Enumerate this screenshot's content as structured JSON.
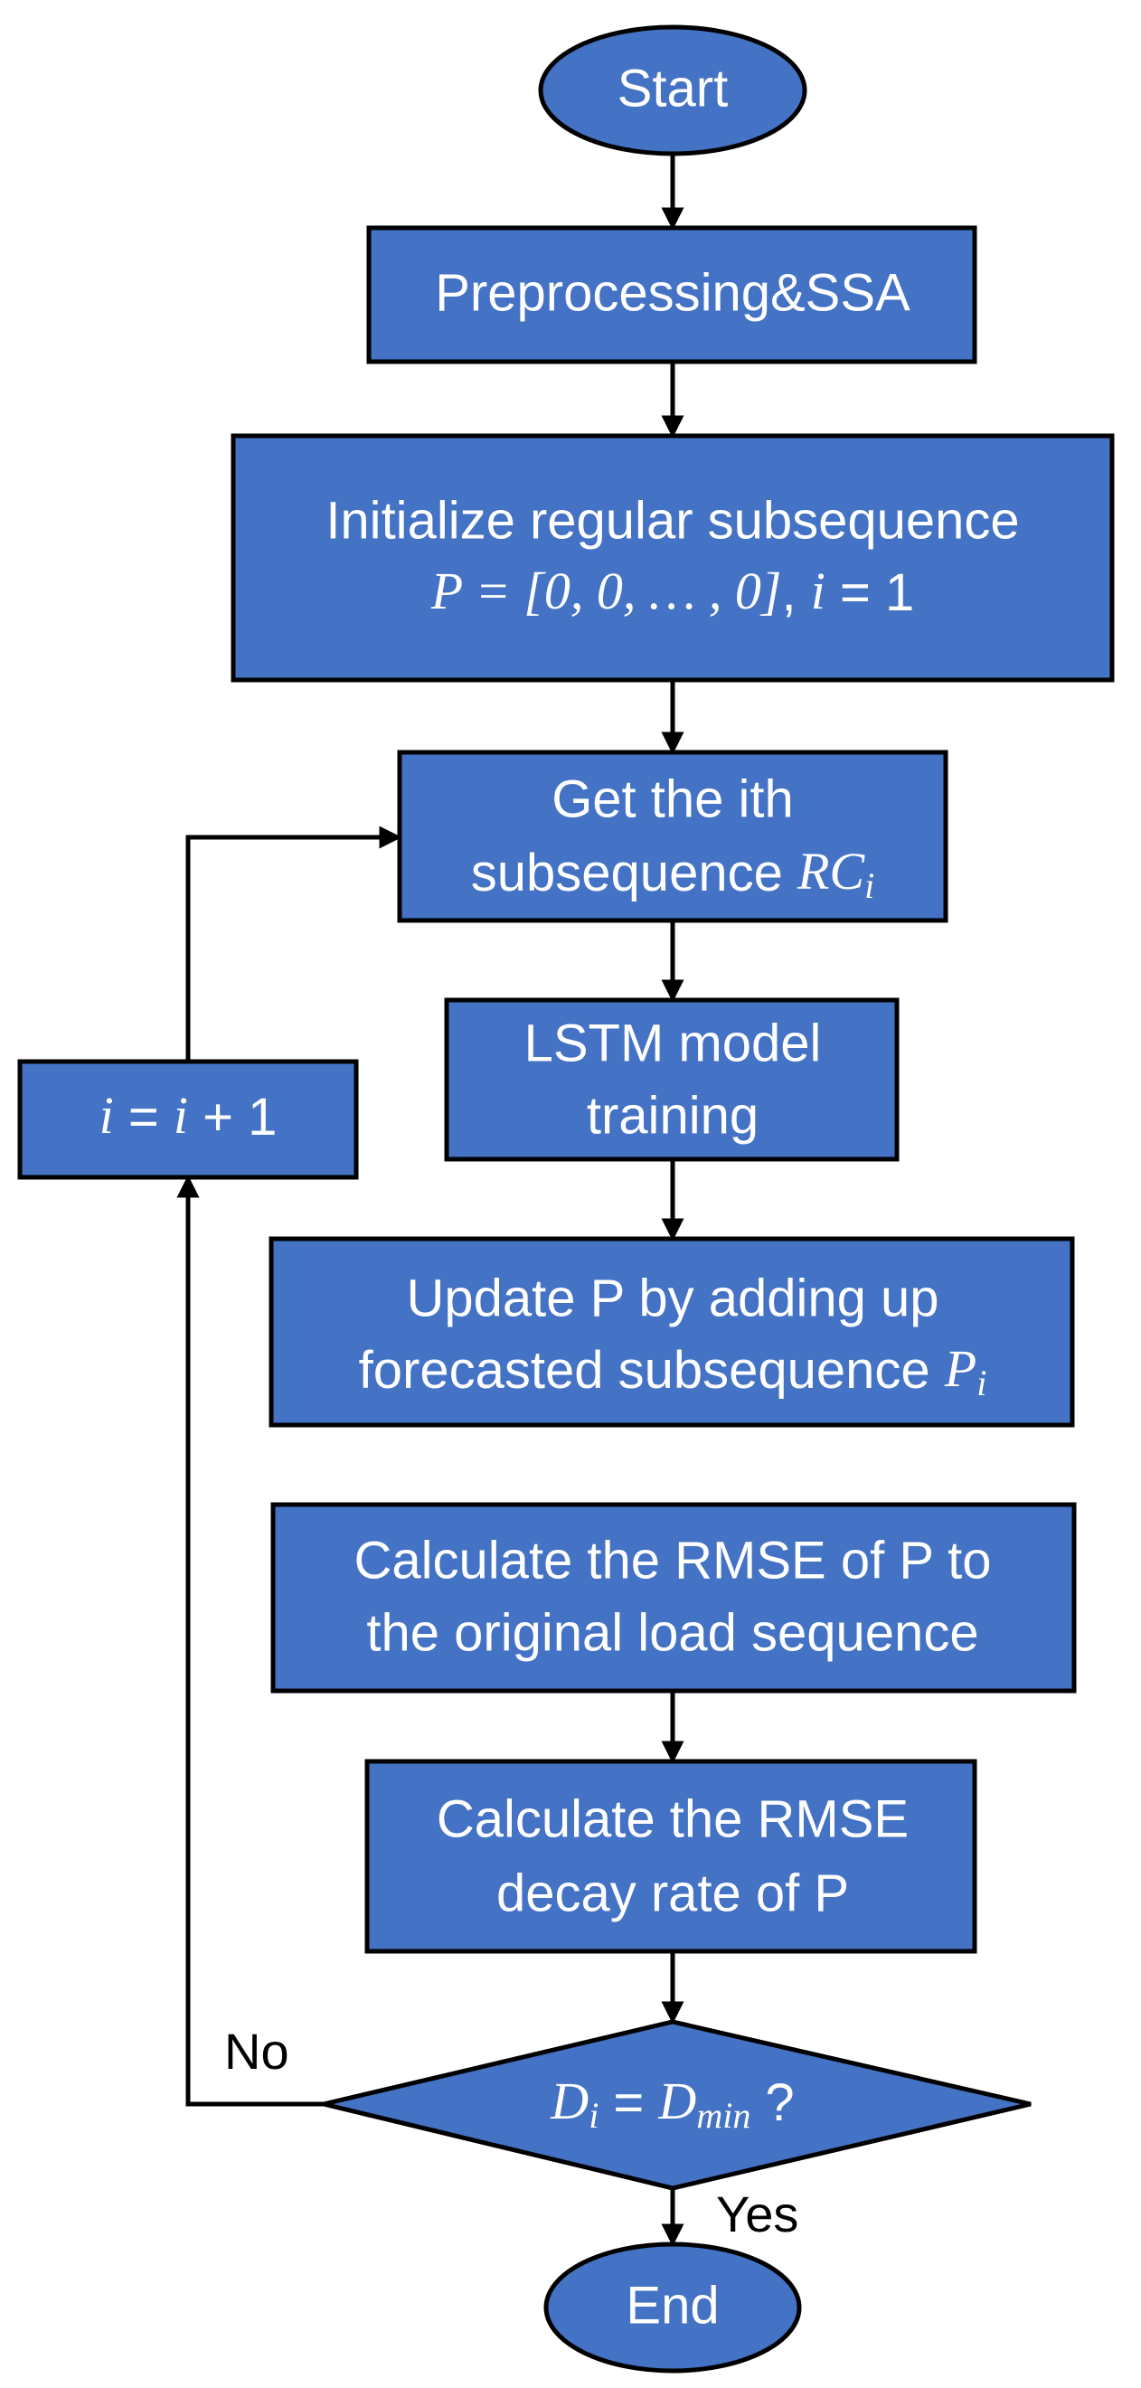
{
  "diagram": {
    "nodes": {
      "start": {
        "label": "Start"
      },
      "preprocessing": {
        "label": "Preprocessing&SSA"
      },
      "initialize": {
        "line1": "Initialize regular subsequence",
        "line2_math": "P = [0, 0, … , 0]",
        "line2_sep": ", ",
        "line2_var": "i",
        "line2_tail": " = 1"
      },
      "get_subsequence": {
        "line1": "Get the ith",
        "line2": "subsequence ",
        "line2_math": "RC",
        "line2_sub": "i"
      },
      "lstm": {
        "line1": "LSTM model",
        "line2": "training"
      },
      "update": {
        "line1": "Update P by adding up",
        "line2": "forecasted subsequence ",
        "line2_math": "P",
        "line2_sub": "i"
      },
      "rmse": {
        "line1": "Calculate the RMSE of P to",
        "line2": "the original load sequence"
      },
      "decay": {
        "line1": "Calculate the RMSE",
        "line2": "decay rate of P"
      },
      "decision": {
        "math_a": "D",
        "sub_a": "i",
        "eq": " = ",
        "math_b": "D",
        "sub_b": "min",
        "q": "  ?"
      },
      "increment": {
        "var1": "i",
        "mid": " = ",
        "var2": "i",
        "tail": " + 1"
      },
      "end": {
        "label": "End"
      }
    },
    "edges": {
      "no_label": "No",
      "yes_label": "Yes"
    },
    "colors": {
      "node_fill": "#4472C4",
      "node_stroke": "#000000",
      "text": "#ffffff"
    }
  }
}
